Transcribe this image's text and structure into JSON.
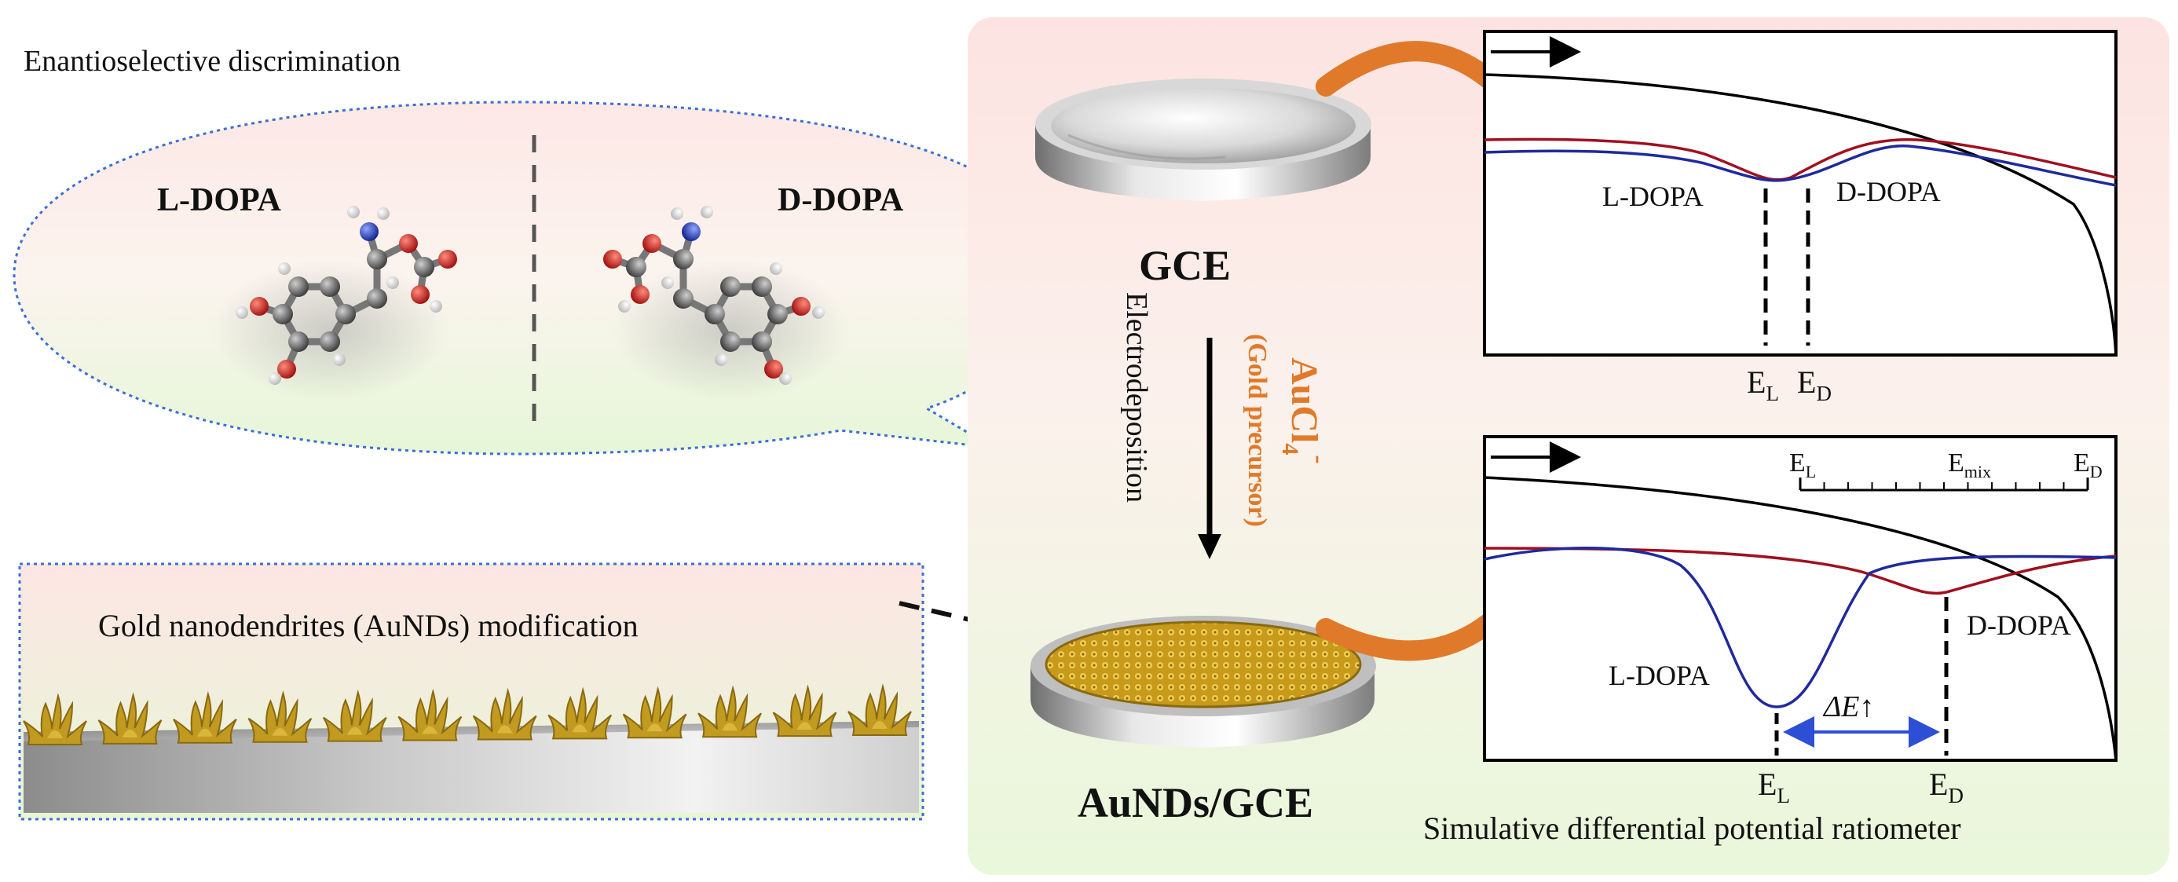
{
  "heading": "Enantioselective discrimination",
  "bubble": {
    "left_molecule": "L-DOPA",
    "right_molecule": "D-DOPA"
  },
  "modification_box": {
    "title": "Gold nanodendrites (AuNDs) modification",
    "dendrite_count": 12
  },
  "electrodes": {
    "top_label": "GCE",
    "bottom_label": "AuNDs/GCE"
  },
  "process": {
    "step": "Electrodeposition",
    "reagent_main": "AuCl",
    "reagent_sub": "4",
    "reagent_sup": "-",
    "reagent_note": "(Gold precursor)"
  },
  "plot_top": {
    "label_left": "L-DOPA",
    "label_right": "D-DOPA",
    "marker_left": "E",
    "marker_left_sub": "L",
    "marker_right": "E",
    "marker_right_sub": "D"
  },
  "plot_bottom": {
    "label_left": "L-DOPA",
    "label_right": "D-DOPA",
    "scale_left": "E",
    "scale_left_sub": "L",
    "scale_mid": "E",
    "scale_mid_sub": "mix",
    "scale_right": "E",
    "scale_right_sub": "D",
    "delta": "ΔE↑",
    "marker_left": "E",
    "marker_left_sub": "L",
    "marker_right": "E",
    "marker_right_sub": "D",
    "caption": "Simulative differential potential ratiometer"
  },
  "colors": {
    "L_curve": "#1f2a9c",
    "D_curve": "#a01020",
    "gold": "#c8a020",
    "arrow_orange": "#e07a2a",
    "dotted_border": "#3b6fd1",
    "reagent_orange": "#e07a2a"
  }
}
